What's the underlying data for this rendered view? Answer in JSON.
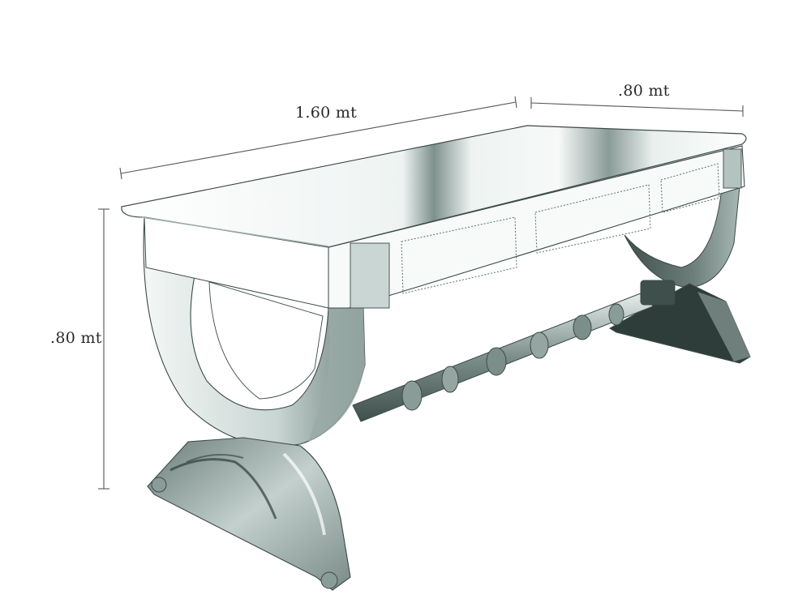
{
  "dimensions": {
    "length": "1.60 mt",
    "depth": ".80 mt",
    "height": ".80 mt"
  },
  "colors": {
    "line": "#3c4a48",
    "tint_light": "#dfe8e6",
    "tint_mid": "#b3c3c0",
    "tint_dark": "#5d6e6b",
    "dimension_line": "#555555"
  }
}
